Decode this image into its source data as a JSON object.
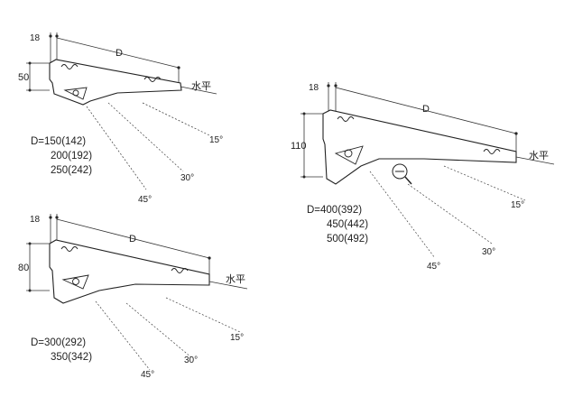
{
  "labels": {
    "depth": "D",
    "level": "水平",
    "a15": "15°",
    "a30": "30°",
    "a45": "45°",
    "offset": "18"
  },
  "bracket1": {
    "height": "50",
    "sizes": [
      "D=150(142)",
      "200(192)",
      "250(242)"
    ]
  },
  "bracket2": {
    "height": "80",
    "sizes": [
      "D=300(292)",
      "350(342)"
    ]
  },
  "bracket3": {
    "height": "110",
    "sizes": [
      "D=400(392)",
      "450(442)",
      "500(492)"
    ]
  }
}
